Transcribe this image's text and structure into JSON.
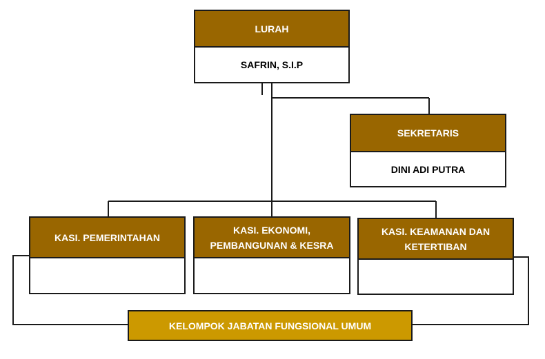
{
  "colors": {
    "header_fill": "#996600",
    "bottom_box_fill": "#cc9900",
    "header_text": "#ffffff",
    "line": "#1a1a1a"
  },
  "nodes": {
    "lurah": {
      "title": "LURAH",
      "name": "SAFRIN, S.I.P"
    },
    "sekretaris": {
      "title": "SEKRETARIS",
      "name": "DINI ADI PUTRA"
    },
    "kasi_pemerintahan": {
      "title": "KASI. PEMERINTAHAN",
      "name": ""
    },
    "kasi_ekonomi": {
      "title": "KASI. EKONOMI, PEMBANGUNAN & KESRA",
      "name": ""
    },
    "kasi_keamanan": {
      "title": "KASI. KEAMANAN DAN KETERTIBAN",
      "name": ""
    },
    "kelompok": {
      "title": "KELOMPOK JABATAN FUNGSIONAL UMUM"
    }
  }
}
